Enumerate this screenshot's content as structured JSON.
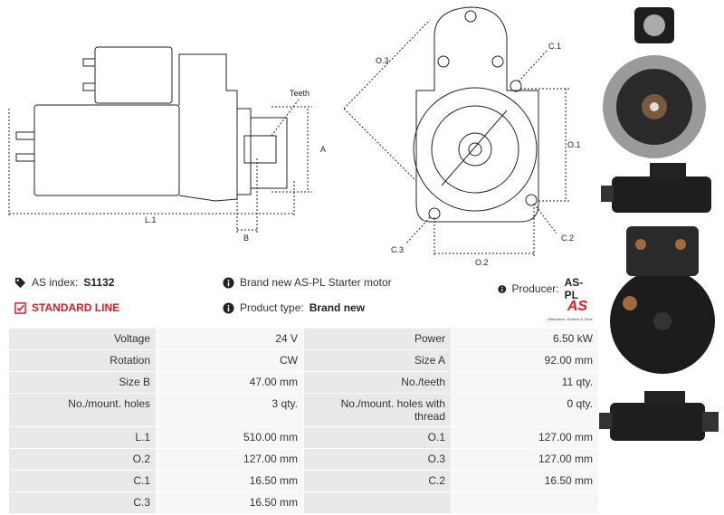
{
  "drawing": {
    "side_labels": {
      "teeth": "Teeth",
      "a": "A",
      "b": "B",
      "l1": "L.1"
    },
    "front_labels": {
      "o3": "O.3",
      "c1": "C.1",
      "o1": "O.1",
      "c3": "C.3",
      "c2": "C.2",
      "o2": "O.2"
    }
  },
  "info": {
    "as_index_label": "AS index:",
    "as_index_value": "S1132",
    "description": "Brand new AS-PL Starter motor",
    "producer_label": "Producer:",
    "producer_value": "AS-PL",
    "standard_line": "STANDARD LINE",
    "product_type_label": "Product type:",
    "product_type_value": "Brand new",
    "logo_text": "AS",
    "logo_sub": "Alternators, Starters & Parts"
  },
  "specs": [
    [
      "Voltage",
      "24 V",
      "Power",
      "6.50 kW"
    ],
    [
      "Rotation",
      "CW",
      "Size A",
      "92.00 mm"
    ],
    [
      "Size B",
      "47.00 mm",
      "No./teeth",
      "11 qty."
    ],
    [
      "No./mount. holes",
      "3 qty.",
      "No./mount. holes with thread",
      "0 qty."
    ],
    [
      "L.1",
      "510.00 mm",
      "O.1",
      "127.00 mm"
    ],
    [
      "O.2",
      "127.00 mm",
      "O.3",
      "127.00 mm"
    ],
    [
      "C.1",
      "16.50 mm",
      "C.2",
      "16.50 mm"
    ],
    [
      "C.3",
      "16.50 mm",
      "",
      ""
    ]
  ],
  "colors": {
    "accent": "#e11b22",
    "row_label_bg": "#e9e9e9",
    "row_value_bg": "#f7f7f7"
  }
}
